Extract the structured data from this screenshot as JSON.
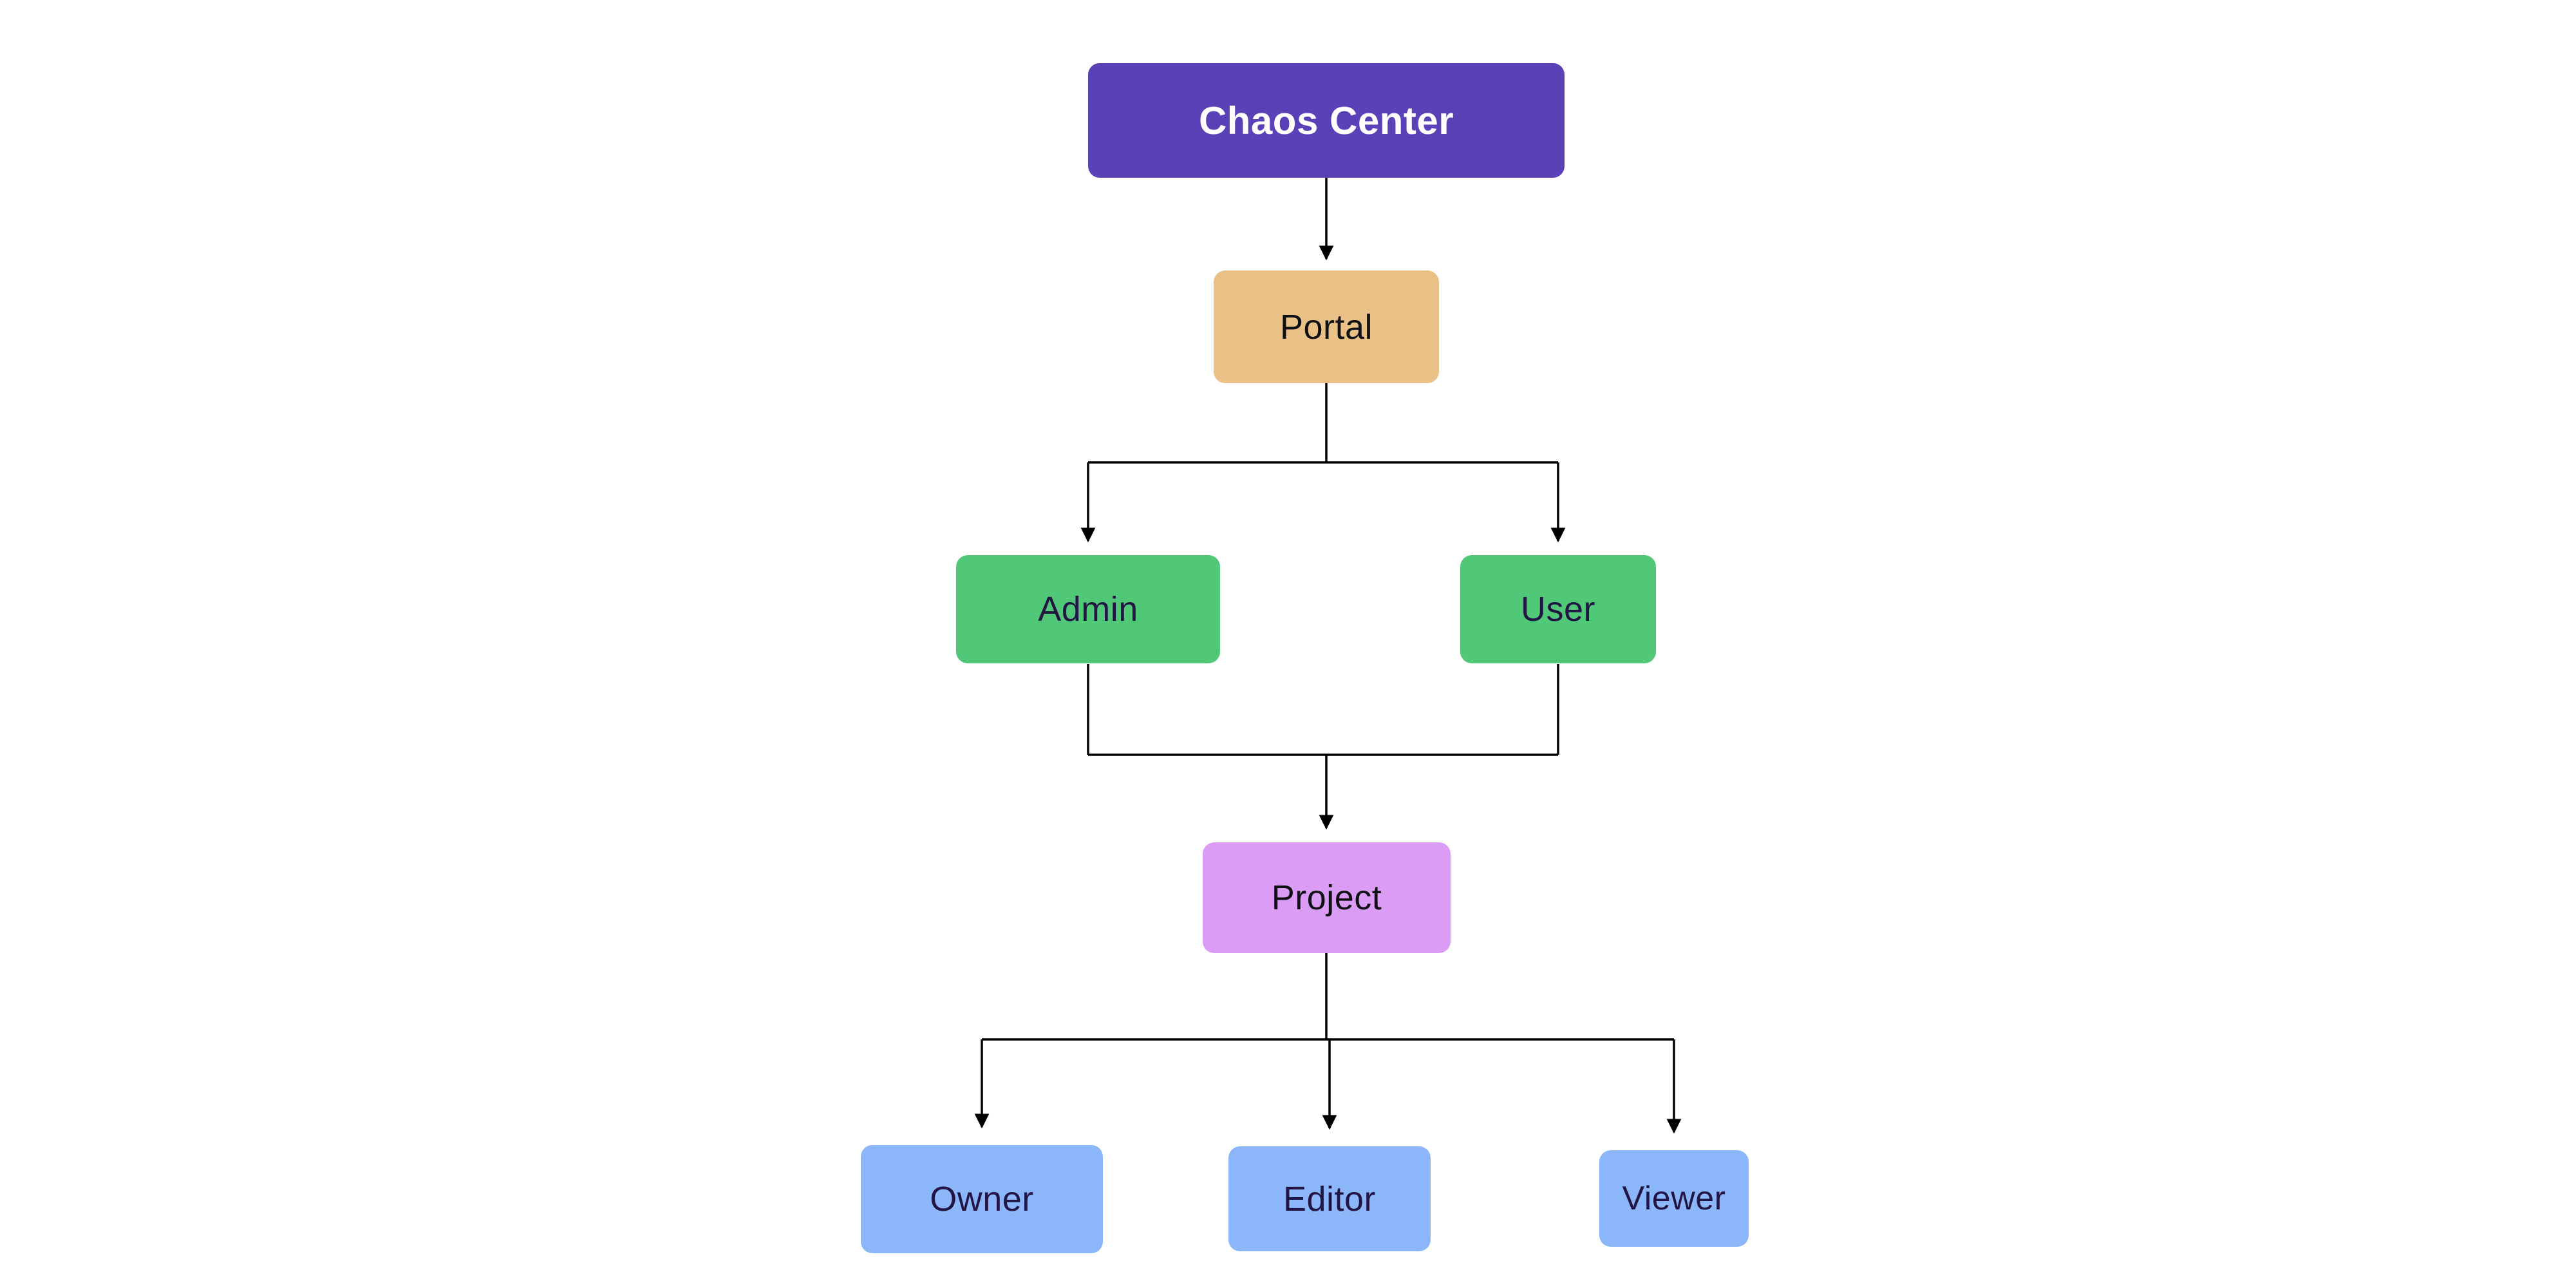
{
  "diagram": {
    "background_color": "#ffffff",
    "line_color": "#000000",
    "nodes": [
      {
        "id": "chaos-center",
        "label": "Chaos Center",
        "color": "#5a41b8",
        "text_color": "#ffffff"
      },
      {
        "id": "portal",
        "label": "Portal",
        "color": "#e9c187",
        "text_color": "#0f0f14"
      },
      {
        "id": "admin",
        "label": "Admin",
        "color": "#50c878",
        "text_color": "#221544"
      },
      {
        "id": "user",
        "label": "User",
        "color": "#50c878",
        "text_color": "#221544"
      },
      {
        "id": "project",
        "label": "Project",
        "color": "#db9cf6",
        "text_color": "#0f0f14"
      },
      {
        "id": "owner",
        "label": "Owner",
        "color": "#8cb6fa",
        "text_color": "#221544"
      },
      {
        "id": "editor",
        "label": "Editor",
        "color": "#8cb6fa",
        "text_color": "#221544"
      },
      {
        "id": "viewer",
        "label": "Viewer",
        "color": "#8cb6fa",
        "text_color": "#221544"
      }
    ],
    "edges": [
      {
        "from": "chaos-center",
        "to": "portal"
      },
      {
        "from": "portal",
        "to": "admin"
      },
      {
        "from": "portal",
        "to": "user"
      },
      {
        "from": "admin",
        "to": "project"
      },
      {
        "from": "user",
        "to": "project"
      },
      {
        "from": "project",
        "to": "owner"
      },
      {
        "from": "project",
        "to": "editor"
      },
      {
        "from": "project",
        "to": "viewer"
      }
    ]
  }
}
